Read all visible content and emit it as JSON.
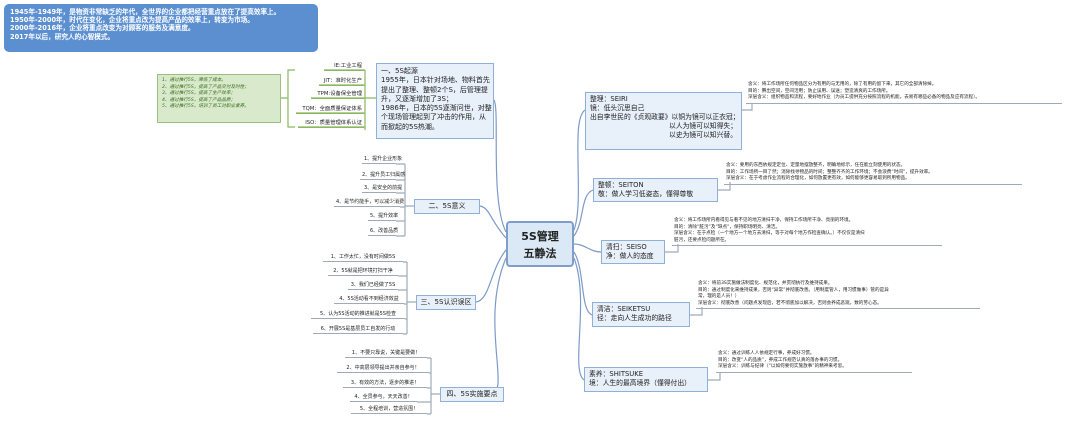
{
  "history": [
    "1945年-1949年，是物资非常缺乏的年代，全世界的企业都把经营重点放在了提高效率上。",
    "1950年-2000年，时代在变化，企业将重点改为提高产品的效率上，转变为市场。",
    "2000年-2016年，企业将重点改变为对顾客的服务及满意度。",
    "2017年以后，研究人的心智模式。"
  ],
  "goals": [
    "1、通过推行5S，降低了成本。",
    "2、通过推行5S，提高了产品交付及时性；",
    "3、通过推行5S，提高了生产效率；",
    "4、通过推行5S，提高了产品品质；",
    "5、通过推行5S，培训了员工对职业素养。"
  ],
  "tools": [
    "IE:工业工程",
    "JIT：准时化生产",
    "TPM:设备保全管理",
    "TQM：全面质量保证体系",
    "ISO：质量管理体系认证"
  ],
  "origin": {
    "lines": [
      "一、5S起源",
      "1955年，日本针对场地、物料首先",
      "提出了整理、整顿2个S，后管理提",
      "升，又逐渐增加了3S；",
      "1986年，日本的5S逐渐问世，对整",
      "个现场管理起到了冲击的作用，从",
      "而掀起的5S热潮。"
    ]
  },
  "center": {
    "line1": "5S管理",
    "line2": "五静法"
  },
  "meaning": {
    "title": "二、5S意义",
    "items": [
      "1、提升企业形象",
      "2、提升员工归属感",
      "3、是安全的前提",
      "4、是节约能手，可以减少消费",
      "5、提升效率",
      "6、改善品质"
    ]
  },
  "recognition": {
    "title": "三、5S认识误区",
    "items": [
      "1、工作太忙，没有时间做5S",
      "2、5S就是把环境打扫干净",
      "3、我们已经做了5S",
      "4、5S活动看不到经济效益",
      "5、认为5S活动的推进就是5S检查",
      "6、开展5S是基层员工自发的行动"
    ]
  },
  "keypoints": {
    "title": "四、5S实施要点",
    "items": [
      "1、不要只靠说，关键是要做！",
      "2、中高层领导提出并亲自参与！",
      "3、有效的方法，逐步的推进！",
      "4、全员参与，天天改善！",
      "5、全程培训，营造氛围！"
    ]
  },
  "seiri": {
    "lines": [
      "整理：SEIRI",
      "镜：低头沉思自己",
      "出自李世民的《贞观政要》以铜为镜可以正衣冠；",
      "以人为镜可以知得失；",
      "以史为镜可以知兴替。"
    ],
    "detail": [
      "含义：将工作场所任何物品区分为有用的与无用的，除了有用的留下来，其它的全部清除掉。",
      "目的：腾出空间，空间活用；防止误用、误送；塑造清爽的工作场所。",
      "深层含义：组织物品和流程，要好地作业（为员工提供充分按照流程的机能，去易有哪些必备的物品及应有流程）。"
    ]
  },
  "seiton": {
    "lines": [
      "整顿：SEITON",
      "敬：做人学习低姿态，懂得尊敬"
    ],
    "detail": [
      "含义：要用的东西依规定定位、定量地摆放整齐，明确地标示，任在能立刻使用的状态。",
      "目的：工作场所一目了然；消除找寻物品的时间；整整齐齐的工作环境；不会浪费“时间”，提升效率。",
      "深层含义：在于考虑作业流程的合理化，如何放置更有效，如何能够更容易取到所用物品。"
    ]
  },
  "seiso": {
    "lines": [
      "清扫：SEISO",
      "净：做人的态度"
    ],
    "detail": [
      "含义：将工作场所内看得见与看不见的地方清扫干净，保持工作场所干净、亮丽的环境。",
      "目的：清除“脏污”及“缺点”，保持职场明亮、清洁。",
      "深层含义：在于点检（一个地方一个地方去清扫，等于对每个地方作检查确认。）不仅仅是清扫",
      "脏污，还要点检问题所在。"
    ]
  },
  "seiketsu": {
    "lines": [
      "清洁：SEIKETSU",
      "径：走向人生成功的路径"
    ],
    "detail": [
      "含义：将前3S实施做法制度化、规范化，并贯彻执行及维持成果。",
      "目的：通过制度化来维持成果，否则“异常”并彻底改善。（用制度管人，用习惯做事）管的是异",
      "常，理的是人员！）",
      "深层含义：彻底改善（问题点发现后，若不彻底加以解决，否则会养成恶观，数的劳心态。"
    ]
  },
  "shitsuke": {
    "lines": [
      "素养：SHITSUKE",
      "境：人生的最高境界（懂得付出）"
    ],
    "detail": [
      "含义：通过训练人人依规定行事，养成好习惯。",
      "目的：改变“人的品质”，养成工作规范认真的落办事的习惯。",
      "深层含义：训练与纪律（“以如何要何实施放事”的精神来考思。"
    ]
  }
}
